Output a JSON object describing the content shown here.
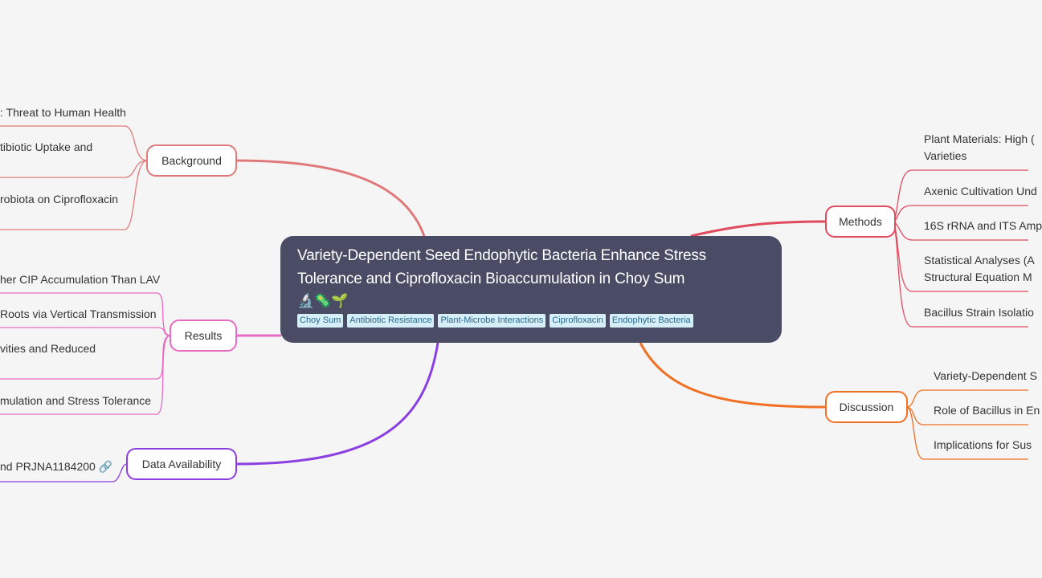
{
  "central": {
    "title_line1": "Variety-Dependent Seed Endophytic Bacteria Enhance Stress",
    "title_line2": "Tolerance and Ciprofloxacin Bioaccumulation in Choy Sum",
    "emoji": "🔬🦠🌱",
    "tags": [
      "Choy Sum",
      "Antibiotic Resistance",
      "Plant-Microbe Interactions",
      "Ciprofloxacin",
      "Endophytic Bacteria"
    ]
  },
  "colors": {
    "background": "#f5f5f5",
    "central": "#4a4c66",
    "background_branch": "#e07a7a",
    "results_branch": "#e86ac3",
    "data_branch": "#8b3fe0",
    "methods_branch": "#e04b5e",
    "discussion_branch": "#f07024"
  },
  "branches": {
    "background": {
      "label": "Background",
      "leaves": [
        ": Threat to Human Health",
        "tibiotic Uptake and",
        "robiota on Ciprofloxacin"
      ]
    },
    "results": {
      "label": "Results",
      "leaves": [
        "her CIP Accumulation Than LAV",
        "Roots via Vertical Transmission",
        "vities and Reduced",
        "mulation and Stress Tolerance"
      ]
    },
    "data_availability": {
      "label": "Data Availability",
      "leaves": [
        "nd PRJNA1184200 🔗"
      ]
    },
    "methods": {
      "label": "Methods",
      "leaves": [
        "Plant Materials: High (",
        "Varieties",
        "Axenic Cultivation Und",
        "16S rRNA and ITS Amp",
        "Statistical Analyses (A",
        "Structural Equation M",
        "Bacillus Strain Isolatio"
      ]
    },
    "discussion": {
      "label": "Discussion",
      "leaves": [
        "Variety-Dependent S",
        "Role of Bacillus in En",
        "Implications for Sus"
      ]
    }
  }
}
